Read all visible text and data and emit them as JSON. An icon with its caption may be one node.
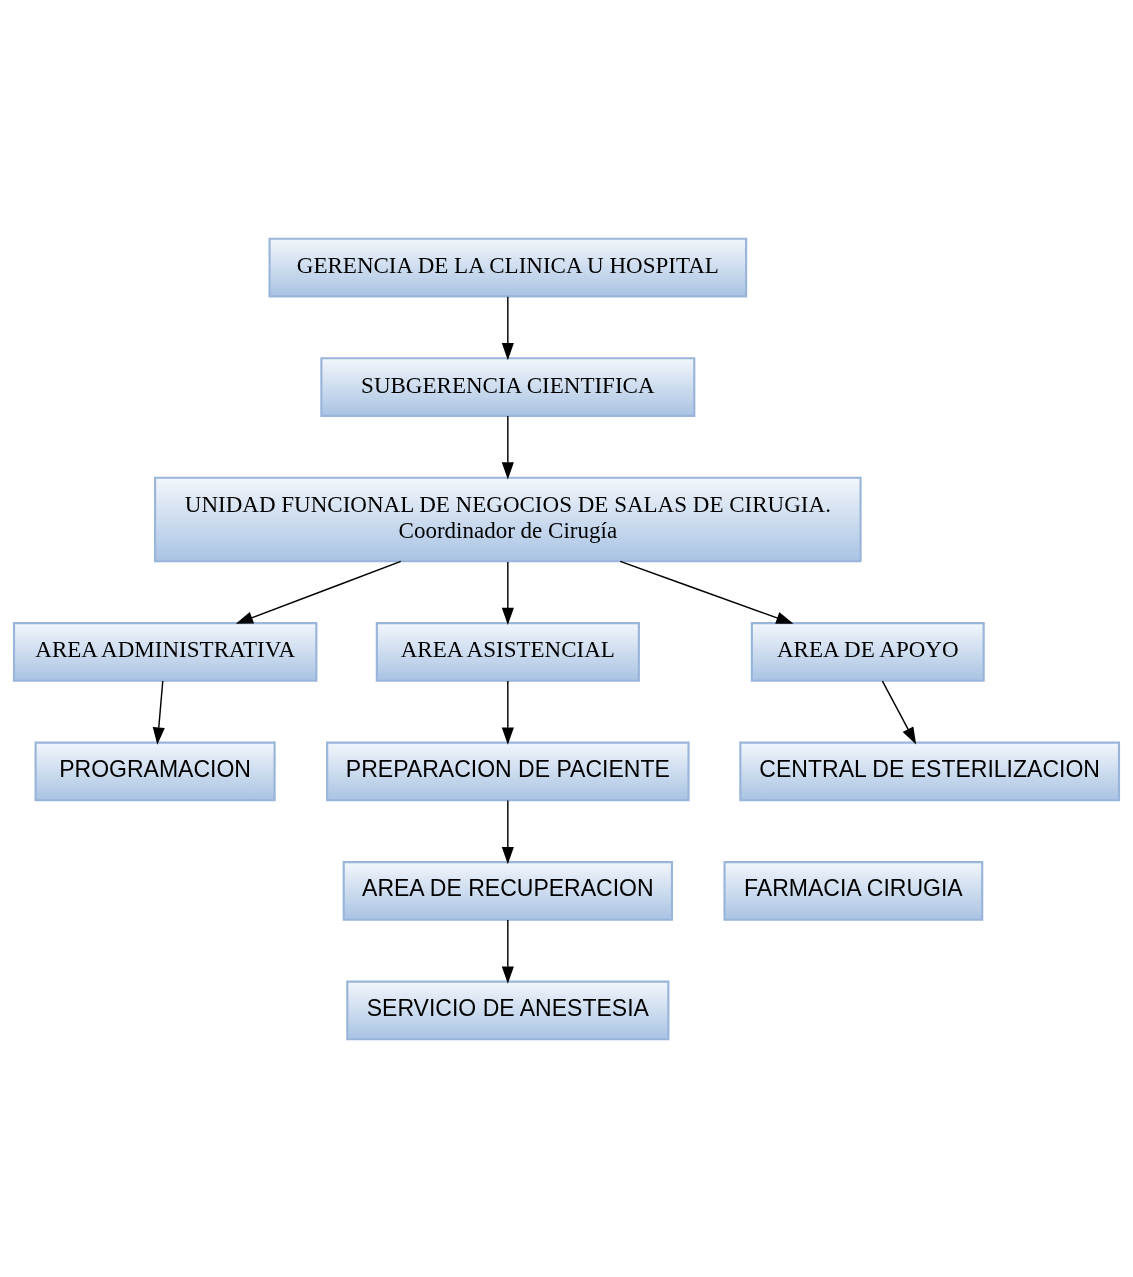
{
  "diagram": {
    "nodes": [
      {
        "text": [
          "GERENCIA DE LA CLINICA U HOSPITAL"
        ]
      },
      {
        "text": [
          "SUBGERENCIA CIENTIFICA"
        ]
      },
      {
        "text": [
          "UNIDAD FUNCIONAL DE NEGOCIOS DE SALAS DE CIRUGIA.",
          "Coordinador de Cirugía"
        ]
      },
      {
        "text": [
          "AREA ADMINISTRATIVA"
        ]
      },
      {
        "text": [
          "AREA ASISTENCIAL"
        ]
      },
      {
        "text": [
          "AREA DE APOYO"
        ]
      },
      {
        "text": [
          "PROGRAMACION"
        ]
      },
      {
        "text": [
          "PREPARACION DE PACIENTE"
        ]
      },
      {
        "text": [
          "CENTRAL DE ESTERILIZACION"
        ]
      },
      {
        "text": [
          "AREA DE RECUPERACION"
        ]
      },
      {
        "text": [
          "FARMACIA CIRUGIA"
        ]
      },
      {
        "text": [
          "SERVICIO DE ANESTESIA"
        ]
      }
    ],
    "edges": [
      {
        "from": 0,
        "to": 1,
        "arrow": "to"
      },
      {
        "from": 1,
        "to": 2,
        "arrow": "to"
      },
      {
        "from": 2,
        "to": 3,
        "arrow": "to"
      },
      {
        "from": 2,
        "to": 4,
        "arrow": "to"
      },
      {
        "from": 2,
        "to": 5,
        "arrow": "to"
      },
      {
        "from": 3,
        "to": 6,
        "arrow": "to"
      },
      {
        "from": 4,
        "to": 7,
        "arrow": "to"
      },
      {
        "from": 5,
        "to": 8,
        "arrow": "to"
      },
      {
        "from": 7,
        "to": 9,
        "arrow": "to"
      },
      {
        "from": 9,
        "to": 11,
        "arrow": "to"
      }
    ]
  }
}
